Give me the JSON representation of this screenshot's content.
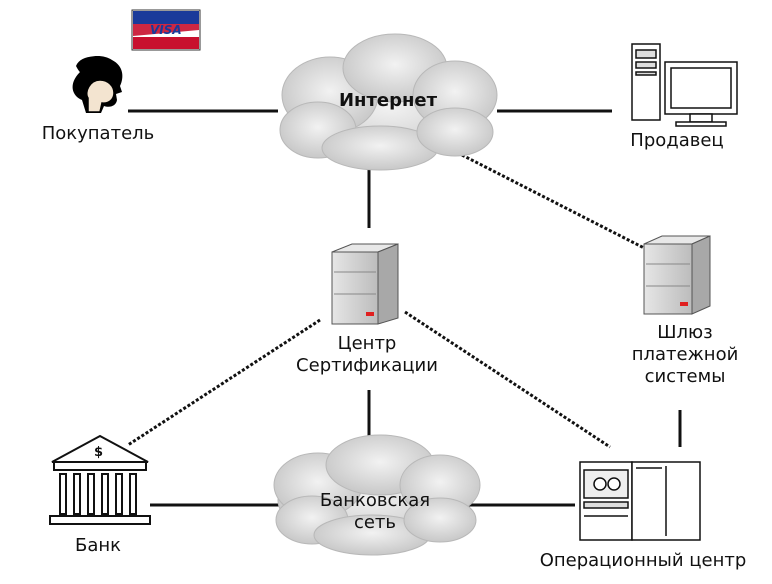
{
  "nodes": {
    "customer": {
      "label": "Покупатель"
    },
    "seller": {
      "label": "Продавец"
    },
    "internet": {
      "label": "Интернет"
    },
    "cert_center": {
      "label_lines": [
        "Центр",
        "Сертификации"
      ]
    },
    "gateway": {
      "label_lines": [
        "Шлюз",
        "платежной",
        "системы"
      ]
    },
    "bank": {
      "label": "Банк"
    },
    "bank_network": {
      "label_lines": [
        "Банковская",
        "сеть"
      ]
    },
    "operations_center": {
      "label": "Операционный центр"
    }
  },
  "card": {
    "text": "VISA"
  },
  "colors": {
    "line": "#111111",
    "cloud": "#dcdcdc",
    "server": "#d4d4d4",
    "led": "#e02020",
    "card_blue": "#1a3a9a",
    "card_red": "#c8102e"
  }
}
